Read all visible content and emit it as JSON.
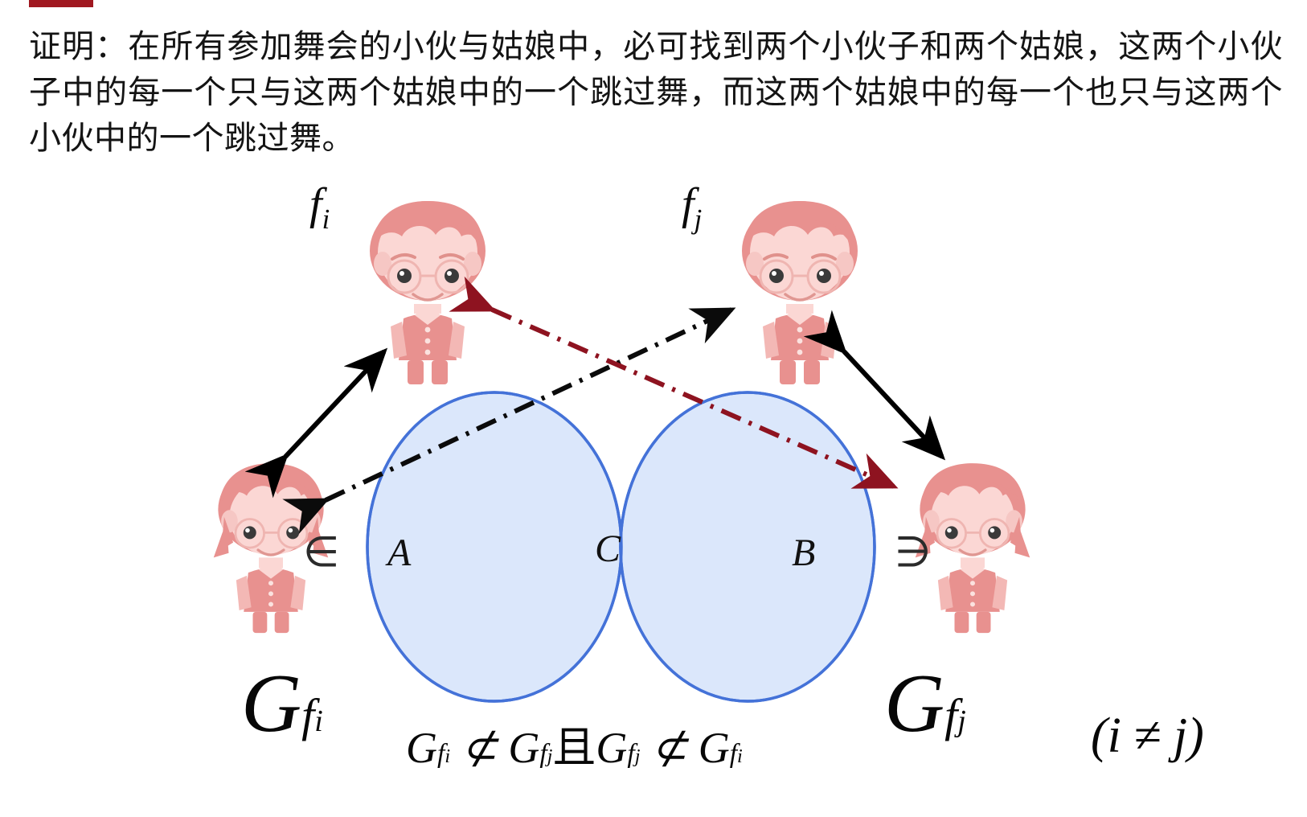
{
  "slide": {
    "accent_color": "#a01820",
    "background": "#ffffff",
    "proof_text": "证明：在所有参加舞会的小伙与姑娘中，必可找到两个小伙子和两个姑娘，这两个小伙子中的每一个只与这两个姑娘中的一个跳过舞，而这两个姑娘中的每一个也只与这两个小伙中的一个跳过舞。"
  },
  "diagram": {
    "venn": {
      "fill_a": "#dbe7fb",
      "fill_b": "#dbe7fb",
      "fill_c": "#8cb3ef",
      "stroke": "#4472d8",
      "label_a": "A",
      "label_c": "C",
      "label_b": "B"
    },
    "labels": {
      "f_i_base": "f",
      "f_i_sub": "i",
      "f_j_base": "f",
      "f_j_sub": "j",
      "member_in": "∈",
      "member_ni": "∋"
    },
    "big_labels": {
      "left_g": "G",
      "left_sub_f": "f",
      "left_sub_i": "i",
      "right_g": "G",
      "right_sub_f": "f",
      "right_sub_j": "j"
    },
    "formula": {
      "g1": "G",
      "g1_f": "f",
      "g1_i": "i",
      "nsub1": "⊄",
      "g2": "G",
      "g2_f": "f",
      "g2_j": "j",
      "conj": "且",
      "g3": "G",
      "g3_f": "f",
      "g3_j": "j",
      "nsub2": "⊄",
      "g4": "G",
      "g4_f": "f",
      "g4_i": "i"
    },
    "condition": "(i ≠ j)",
    "characters": [
      {
        "id": "boy-fi",
        "type": "boy",
        "label": "f_i"
      },
      {
        "id": "boy-fj",
        "type": "boy",
        "label": "f_j"
      },
      {
        "id": "girl-left",
        "type": "girl",
        "label": ""
      },
      {
        "id": "girl-right",
        "type": "girl",
        "label": ""
      }
    ],
    "connectors": [
      {
        "id": "girl-left-to-boy-fi",
        "style": "solid",
        "color": "#000000",
        "heads": "both"
      },
      {
        "id": "girl-right-to-boy-fj",
        "style": "solid",
        "color": "#000000",
        "heads": "both"
      },
      {
        "id": "girl-left-to-boy-fj",
        "style": "dashdot",
        "color": "#0b0b0b",
        "heads": "both"
      },
      {
        "id": "boy-fi-to-girl-right",
        "style": "dashdot",
        "color": "#8e1320",
        "heads": "both"
      }
    ]
  }
}
